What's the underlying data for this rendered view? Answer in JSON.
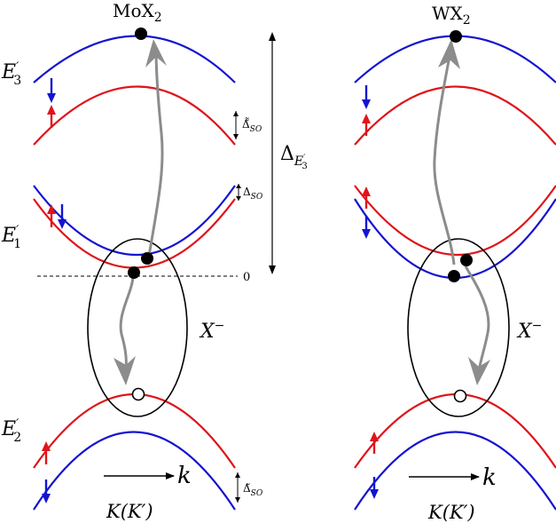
{
  "panels": {
    "left": {
      "title_main": "MoX",
      "title_sub": "2"
    },
    "right": {
      "title_main": "WX",
      "title_sub": "2"
    }
  },
  "labels": {
    "E3": {
      "main": "E",
      "prime": "′",
      "sub": "3"
    },
    "E1": {
      "main": "E",
      "prime": "′",
      "sub": "1"
    },
    "E2": {
      "main": "E",
      "prime": "′",
      "sub": "2"
    },
    "delta_E3": {
      "main": "Δ",
      "sub": "E",
      "subprime": "′",
      "subsub": "3"
    },
    "tilde_tilde_delta_so": {
      "main": "Δ̃̃",
      "sub": "SO"
    },
    "delta_so": {
      "main": "Δ",
      "sub": "SO"
    },
    "tilde_delta_so": {
      "main": "Δ̃",
      "sub": "SO"
    },
    "zero": "0",
    "exciton_left": {
      "main": "X",
      "sup": "−"
    },
    "exciton_right": {
      "main": "X",
      "sup": "−"
    },
    "k_left": "k",
    "k_right": "k",
    "valley_left": "K(K′)",
    "valley_right": "K(K′)"
  },
  "colors": {
    "spin_up_band": "#e0141a",
    "spin_down_band": "#1414d0",
    "transition_arrow": "#8c8c8c",
    "outline": "#000000"
  }
}
